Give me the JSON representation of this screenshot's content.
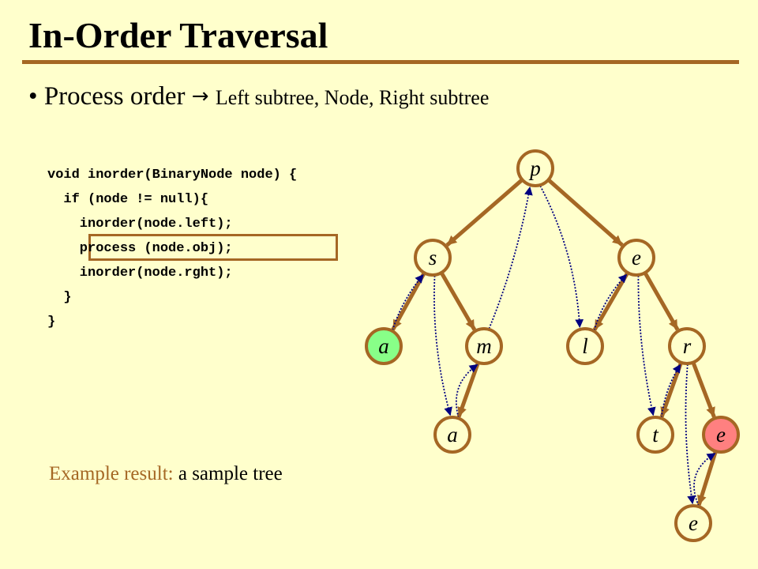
{
  "title": "In-Order Traversal",
  "bullet": {
    "marker": "•",
    "text": "Process order",
    "arrow": "→",
    "detail": "Left subtree, Node, Right subtree"
  },
  "code": {
    "lines": [
      "void inorder(BinaryNode node) {",
      "  if (node != null){",
      "    inorder(node.left);",
      "    process (node.obj);",
      "    inorder(node.rght);",
      "  }",
      "}"
    ],
    "highlighted_line": 3
  },
  "example": {
    "label": "Example result:",
    "value": "a sample tree"
  },
  "colors": {
    "background": "#ffffcc",
    "accent": "#a56724",
    "node_fill": "#ffffcc",
    "first_node_fill": "#88ff88",
    "last_node_fill": "#ff8080",
    "traversal_arrow": "#000080"
  },
  "tree": {
    "nodes": [
      {
        "id": "p",
        "label": "p"
      },
      {
        "id": "s",
        "label": "s"
      },
      {
        "id": "e1",
        "label": "e"
      },
      {
        "id": "a1",
        "label": "a",
        "highlight": "first"
      },
      {
        "id": "m",
        "label": "m"
      },
      {
        "id": "a2",
        "label": "a"
      },
      {
        "id": "l",
        "label": "l"
      },
      {
        "id": "r",
        "label": "r"
      },
      {
        "id": "t",
        "label": "t"
      },
      {
        "id": "e2",
        "label": "e",
        "highlight": "last"
      },
      {
        "id": "e3",
        "label": "e"
      }
    ],
    "edges": [
      [
        "p",
        "s"
      ],
      [
        "p",
        "e1"
      ],
      [
        "s",
        "a1"
      ],
      [
        "s",
        "m"
      ],
      [
        "m",
        "a2"
      ],
      [
        "e1",
        "l"
      ],
      [
        "e1",
        "r"
      ],
      [
        "r",
        "t"
      ],
      [
        "r",
        "e2"
      ],
      [
        "e2",
        "e3"
      ]
    ],
    "traversal_order": [
      "a1",
      "s",
      "a2",
      "m",
      "p",
      "l",
      "e1",
      "t",
      "r",
      "e3",
      "e2"
    ]
  }
}
